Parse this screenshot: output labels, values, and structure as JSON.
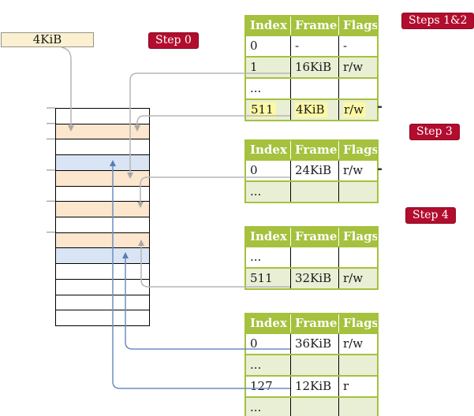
{
  "frame_box": {
    "label": "4KiB"
  },
  "labels": {
    "step0": "Step 0",
    "steps12": "Steps 1&2",
    "step3": "Step 3",
    "step4": "Step 4"
  },
  "memory": {
    "row_colors": [
      "white",
      "peach",
      "white",
      "blue",
      "peach",
      "white",
      "peach",
      "white",
      "peach",
      "blue",
      "white",
      "white",
      "white",
      "white"
    ]
  },
  "tables": [
    {
      "id": "page-table-steps-1-2",
      "headers": [
        "Index",
        "Frame",
        "Flags"
      ],
      "rows": [
        {
          "cells": [
            "0",
            "-",
            "-"
          ]
        },
        {
          "cells": [
            "1",
            "16KiB",
            "r/w"
          ]
        },
        {
          "cells": [
            "...",
            "",
            ""
          ]
        },
        {
          "cells": [
            "511",
            "4KiB",
            "r/w"
          ],
          "highlight": true
        }
      ]
    },
    {
      "id": "page-table-step-3",
      "headers": [
        "Index",
        "Frame",
        "Flags"
      ],
      "rows": [
        {
          "cells": [
            "0",
            "24KiB",
            "r/w"
          ]
        },
        {
          "cells": [
            "...",
            "",
            ""
          ]
        }
      ]
    },
    {
      "id": "page-table-step-4",
      "headers": [
        "Index",
        "Frame",
        "Flags"
      ],
      "rows": [
        {
          "cells": [
            "...",
            "",
            ""
          ]
        },
        {
          "cells": [
            "511",
            "32KiB",
            "r/w"
          ]
        }
      ]
    },
    {
      "id": "page-table-final",
      "headers": [
        "Index",
        "Frame",
        "Flags"
      ],
      "rows": [
        {
          "cells": [
            "0",
            "36KiB",
            "r/w"
          ]
        },
        {
          "cells": [
            "...",
            "",
            ""
          ]
        },
        {
          "cells": [
            "127",
            "12KiB",
            "r"
          ]
        },
        {
          "cells": [
            "...",
            "",
            ""
          ]
        }
      ]
    }
  ],
  "colors": {
    "header_green": "#a5c13d",
    "row_green": "#e9efd5",
    "crimson_label": "#b20d2e",
    "peach_frame": "#fde6ce",
    "blue_frame": "#d9e5f4",
    "wheat_box": "#fbf0d0",
    "highlight_yellow": "#fdf8a3",
    "gray_arrow": "#b5b5b5",
    "blue_arrow": "#6d8dc0"
  }
}
